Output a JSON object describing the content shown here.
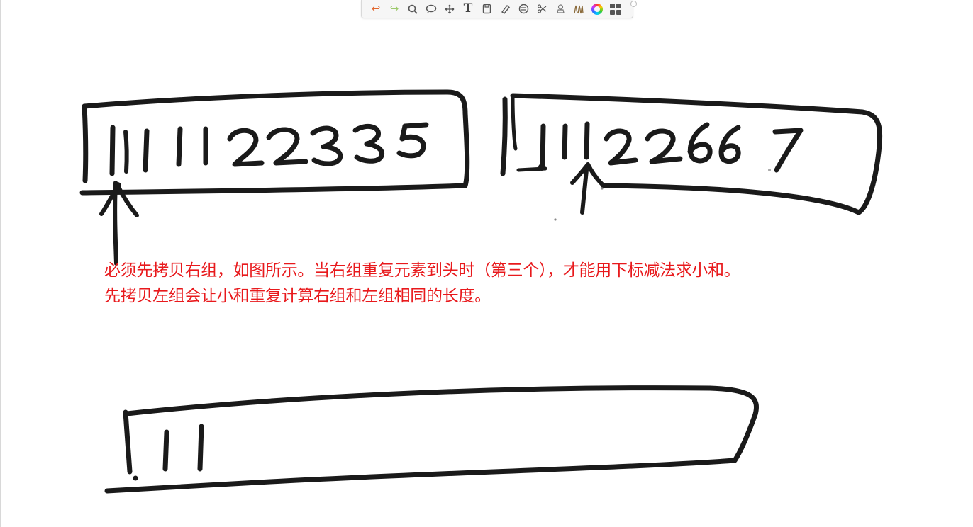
{
  "toolbar": {
    "items": [
      {
        "name": "undo-icon",
        "glyph": "↩"
      },
      {
        "name": "redo-icon",
        "glyph": "↪"
      },
      {
        "name": "zoom-icon",
        "glyph": "🔍︎"
      },
      {
        "name": "lasso-icon",
        "glyph": "◯"
      },
      {
        "name": "move-icon",
        "glyph": "✥"
      },
      {
        "name": "text-tool-icon",
        "glyph": "T"
      },
      {
        "name": "note-icon",
        "glyph": "▯"
      },
      {
        "name": "eraser-icon",
        "glyph": "⌫"
      },
      {
        "name": "shape-icon",
        "glyph": "⊜"
      },
      {
        "name": "scissors-icon",
        "glyph": "✂"
      },
      {
        "name": "stamp-icon",
        "glyph": "⚘"
      },
      {
        "name": "pen-icon",
        "glyph": "Ⓜ"
      },
      {
        "name": "color-picker-icon",
        "glyph": ""
      },
      {
        "name": "apps-grid-icon",
        "glyph": ""
      }
    ],
    "colors": {
      "undo": "#e2672f",
      "redo": "#9cc96b"
    }
  },
  "annotation": {
    "line1": "必须先拷贝右组，如图所示。当右组重复元素到头时（第三个），才能用下标减法求小和。",
    "line2": "先拷贝左组会让小和重复计算右组和左组相同的长度。",
    "color": "#e8191c"
  },
  "ink_color": "#1a1a1a"
}
